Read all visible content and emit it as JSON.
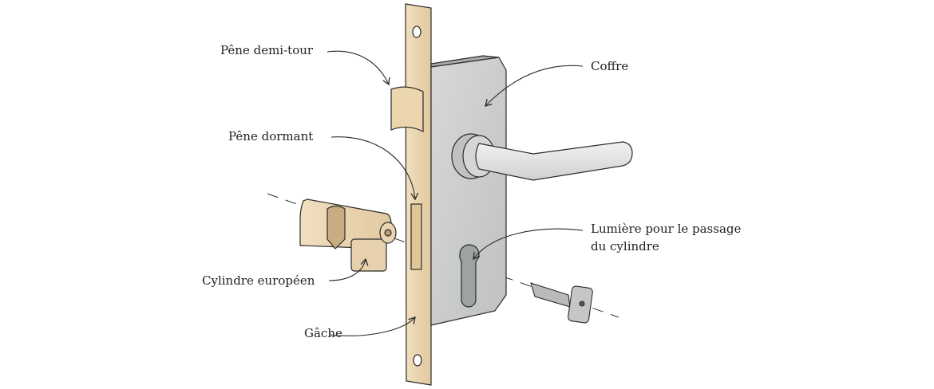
{
  "labels": {
    "latch_bolt": "Pêne demi-tour",
    "dead_bolt": "Pêne dormant",
    "cylinder": "Cylindre européen",
    "strike": "Gâche",
    "case": "Coffre",
    "cylinder_hole_line1": "Lumière pour le passage",
    "cylinder_hole_line2": "du cylindre"
  },
  "colors": {
    "brass": "#e8d2ad",
    "steel": "#c9cbcc",
    "outline": "#2b2b2b"
  }
}
